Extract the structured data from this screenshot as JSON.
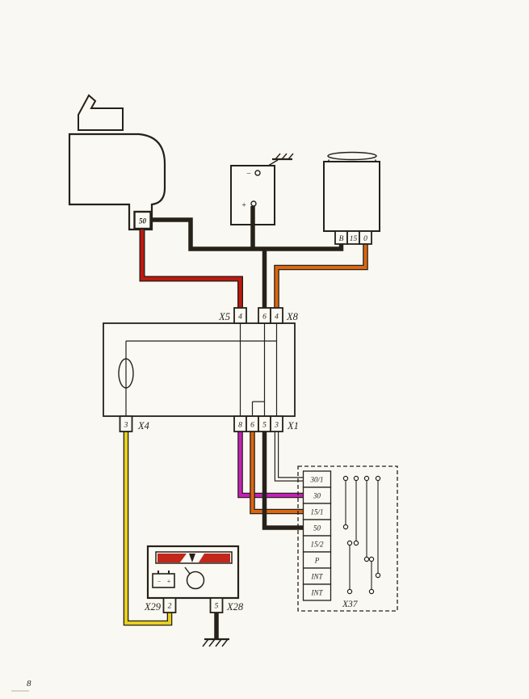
{
  "page": {
    "number": "8"
  },
  "colors": {
    "paper": "#faf8f2",
    "ink": "#262119",
    "red": "#c4170e",
    "orange": "#dd660f",
    "yellow": "#e8cf1e",
    "magenta": "#c81ebc",
    "white_wire": "#fcfbf6",
    "cluster_red": "#c3261a"
  },
  "components": {
    "ignition_switch": {
      "terminal_label": "50"
    },
    "battery": {
      "minus_label": "−",
      "plus_label": "+"
    },
    "ignition_coil": {
      "terminals": [
        "B",
        "15",
        "0"
      ]
    },
    "control_unit": {
      "x5": {
        "label": "X5",
        "pins": [
          "4"
        ]
      },
      "x8": {
        "label": "X8",
        "pins": [
          "6",
          "4"
        ]
      },
      "x4": {
        "label": "X4",
        "pins": [
          "3"
        ]
      },
      "x1": {
        "label": "X1",
        "pins": [
          "8",
          "6",
          "5",
          "3"
        ]
      }
    },
    "instrument_cluster": {
      "x29": {
        "label": "X29",
        "pins": [
          "2"
        ]
      },
      "x28": {
        "label": "X28",
        "pins": [
          "5"
        ]
      },
      "battery_symbol": {
        "minus_label": "−",
        "plus_label": "+"
      }
    },
    "switch_contact_table": {
      "label": "X37",
      "rows": [
        "30/1",
        "30",
        "15/1",
        "50",
        "15/2",
        "P",
        "INT",
        "INT"
      ]
    }
  }
}
